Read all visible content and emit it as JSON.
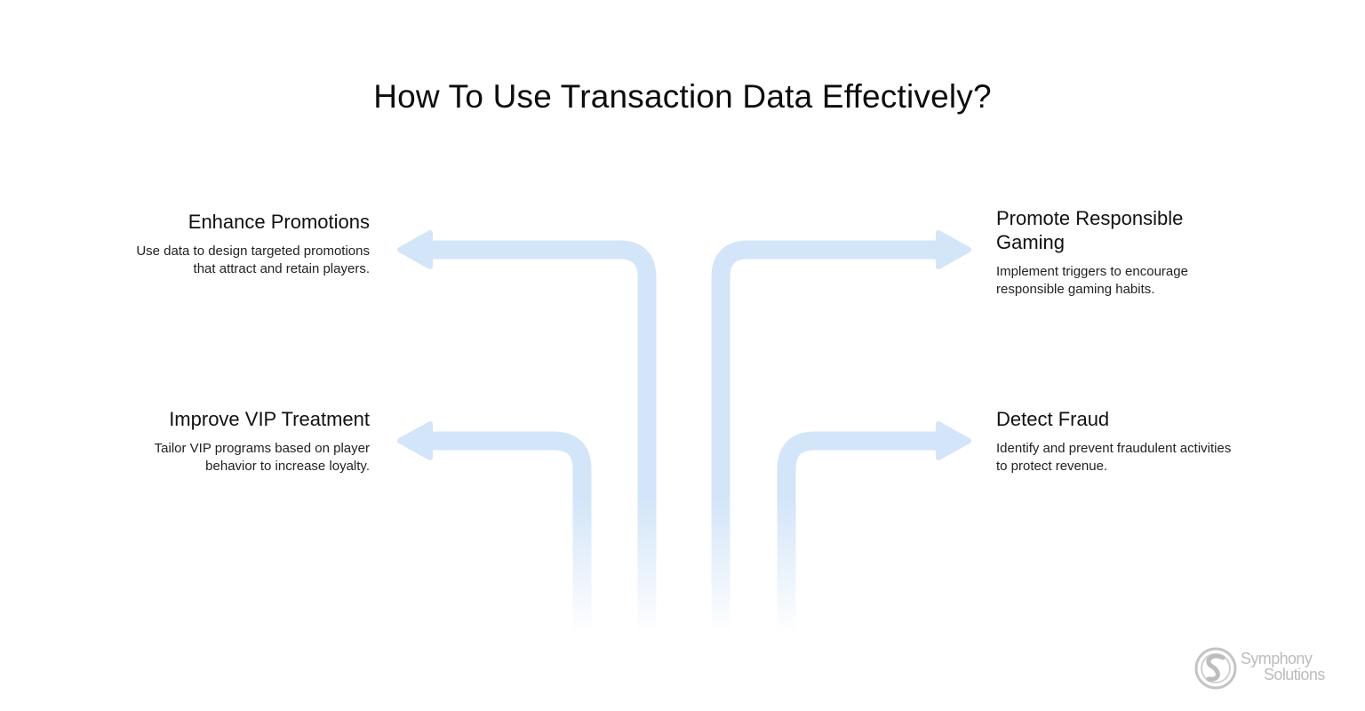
{
  "title": "How To Use Transaction Data Effectively?",
  "colors": {
    "arrow": "#d3e5f8",
    "text": "#111111",
    "logo": "#bcbcbc"
  },
  "items": [
    {
      "title": "Enhance Promotions",
      "description": "Use data to design targeted promotions that attract and retain players.",
      "arrow_direction": "left"
    },
    {
      "title": "Improve VIP Treatment",
      "description": "Tailor VIP programs based on player behavior to increase loyalty.",
      "arrow_direction": "left"
    },
    {
      "title": "Promote Responsible Gaming",
      "description": "Implement triggers to encourage responsible gaming habits.",
      "arrow_direction": "right"
    },
    {
      "title": "Detect Fraud",
      "description": "Identify and prevent fraudulent activities to protect revenue.",
      "arrow_direction": "right"
    }
  ],
  "logo": {
    "line1": "Symphony",
    "line2": "Solutions",
    "icon": "symphony-s-logo-icon"
  }
}
